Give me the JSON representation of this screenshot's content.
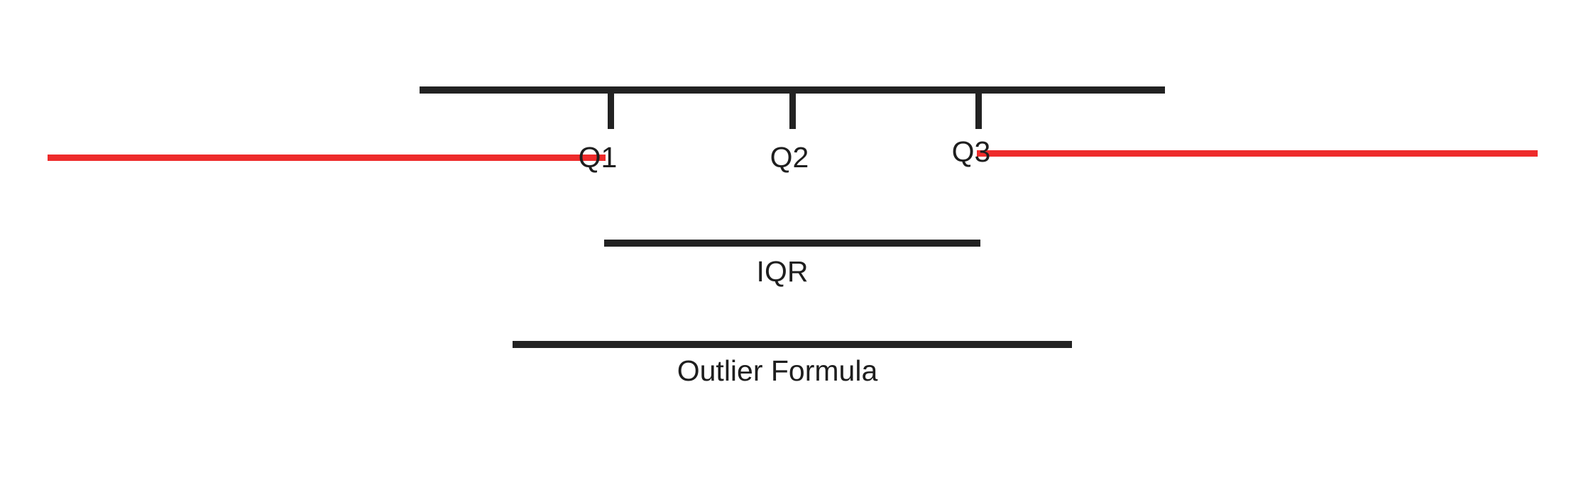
{
  "labels": {
    "q1": "Q1",
    "q2": "Q2",
    "q3": "Q3",
    "iqr": "IQR",
    "outlier_formula": "Outlier Formula"
  },
  "colors": {
    "dark": "#222222",
    "outlier_line": "#ee2b2b",
    "label_text": "#1e1e1e",
    "background": "#ffffff"
  }
}
